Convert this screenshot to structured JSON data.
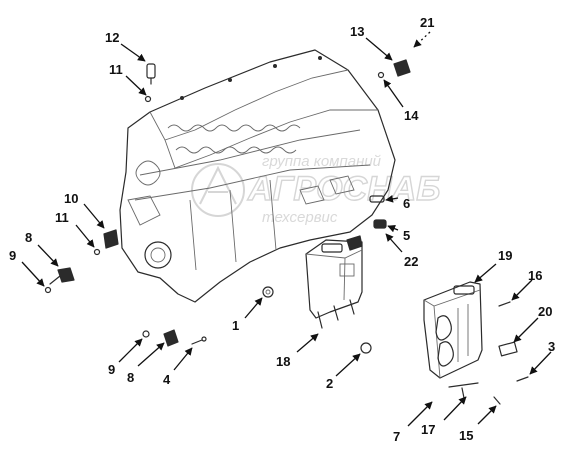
{
  "watermark": {
    "line1": "группа компаний",
    "line2": "АГРОСНАБ",
    "line3": "техсервис"
  },
  "callouts": {
    "c1": "1",
    "c2": "2",
    "c3": "3",
    "c4": "4",
    "c5": "5",
    "c6": "6",
    "c7": "7",
    "c8a": "8",
    "c8b": "8",
    "c9a": "9",
    "c9b": "9",
    "c10": "10",
    "c11a": "11",
    "c11b": "11",
    "c12": "12",
    "c13": "13",
    "c14": "14",
    "c15": "15",
    "c16": "16",
    "c17": "17",
    "c18": "18",
    "c19": "19",
    "c20": "20",
    "c21": "21",
    "c22": "22"
  }
}
